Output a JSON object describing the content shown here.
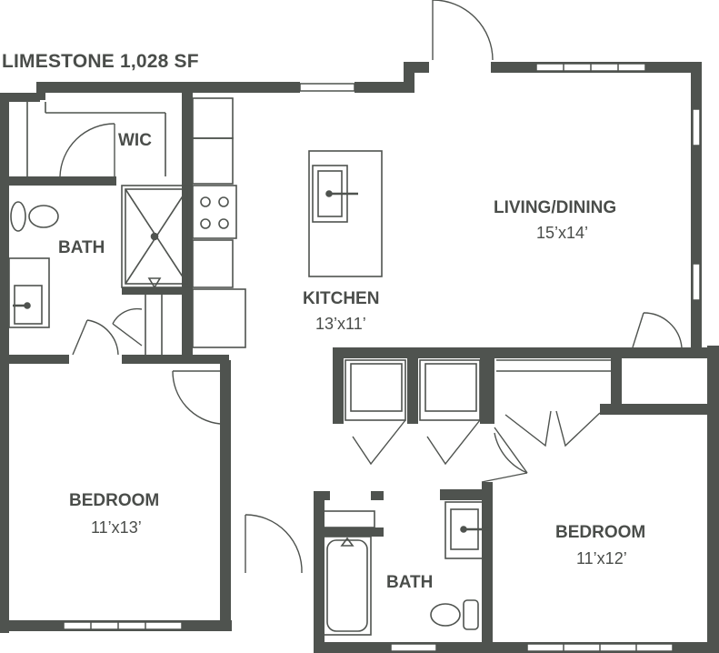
{
  "title": "LIMESTONE 1,028 SF",
  "rooms": {
    "wic": "WIC",
    "bath1": "BATH",
    "living": {
      "name": "LIVING/DINING",
      "dims": "15’x14’"
    },
    "kitchen": {
      "name": "KITCHEN",
      "dims": "13’x11’"
    },
    "bedroom1": {
      "name": "BEDROOM",
      "dims": "11’x13’"
    },
    "bedroom2": {
      "name": "BEDROOM",
      "dims": "11’x12’"
    },
    "bath2": "BATH"
  },
  "colors": {
    "wall": "#4f534f",
    "line": "#4f534f",
    "text": "#4a4d4a",
    "background": "#ffffff"
  }
}
